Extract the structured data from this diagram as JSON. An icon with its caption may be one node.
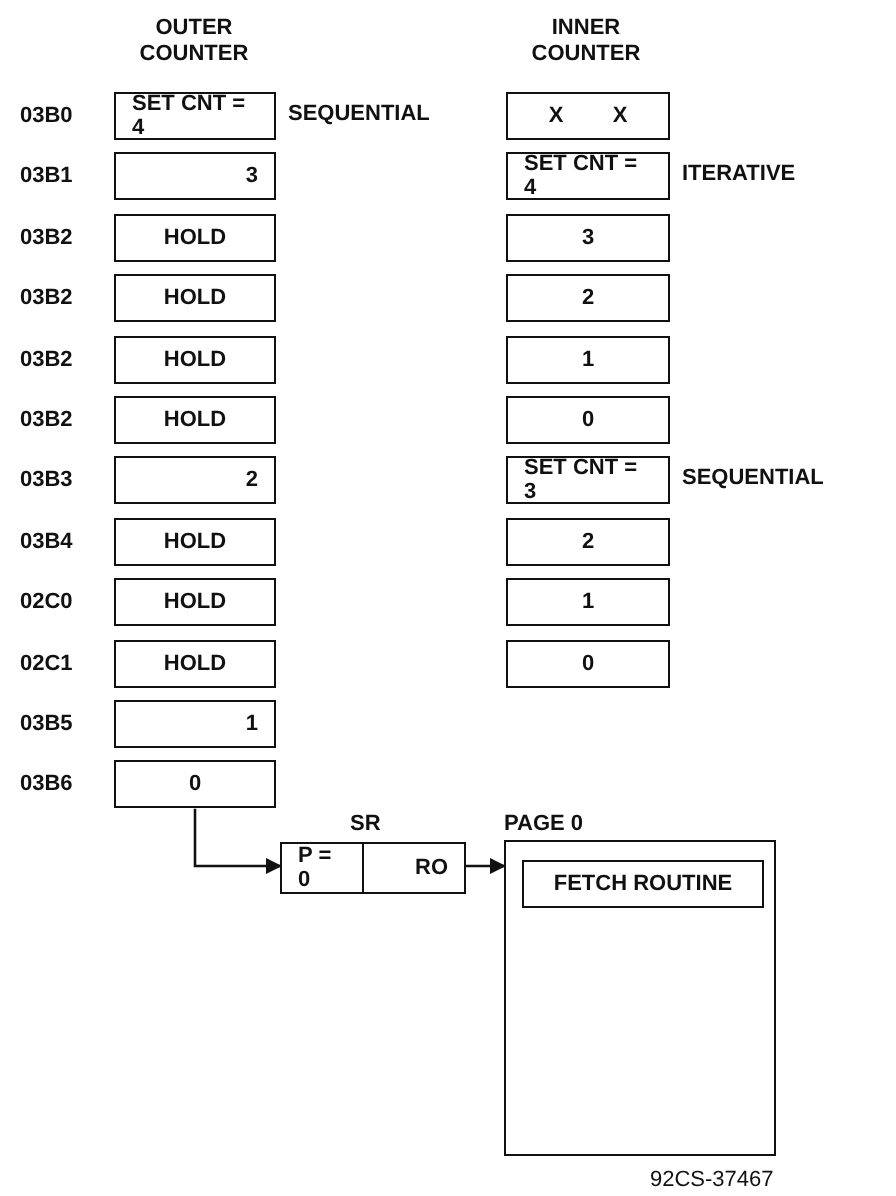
{
  "diagram": {
    "nodes": [
      {
        "text": [
          "SET CNT = 4"
        ],
        "beside": [
          "SEQUENTIAL"
        ]
      },
      {
        "text": [
          "3"
        ]
      },
      {
        "text": [
          "HOLD"
        ]
      },
      {
        "text": [
          "HOLD"
        ]
      },
      {
        "text": [
          "HOLD"
        ]
      },
      {
        "text": [
          "HOLD"
        ]
      },
      {
        "text": [
          "2"
        ]
      },
      {
        "text": [
          "HOLD"
        ]
      },
      {
        "text": [
          "HOLD"
        ]
      },
      {
        "text": [
          "HOLD"
        ]
      },
      {
        "text": [
          "1"
        ]
      },
      {
        "text": [
          "0"
        ]
      },
      {
        "text": [
          "X",
          "X"
        ]
      },
      {
        "text": [
          "SET CNT = 4"
        ],
        "beside": [
          "ITERATIVE"
        ]
      },
      {
        "text": [
          "3"
        ]
      },
      {
        "text": [
          "2"
        ]
      },
      {
        "text": [
          "1"
        ]
      },
      {
        "text": [
          "0"
        ]
      },
      {
        "text": [
          "SET CNT = 3"
        ],
        "beside": [
          "SEQUENTIAL"
        ]
      },
      {
        "text": [
          "2"
        ]
      },
      {
        "text": [
          "1"
        ]
      },
      {
        "text": [
          "0"
        ]
      },
      {
        "text": [
          "SR"
        ]
      },
      {
        "text": [
          "P = 0"
        ],
        "in": 22
      },
      {
        "text": [
          "RO"
        ],
        "in": 22
      },
      {
        "text": [
          "PAGE 0"
        ]
      },
      {
        "text": [
          "FETCH ROUTINE"
        ],
        "in": 25
      }
    ],
    "edges": [
      {
        "from": 11,
        "to": 23,
        "arrow": "to"
      },
      {
        "from": 24,
        "to": 25,
        "arrow": "to"
      }
    ],
    "labels": [
      "OUTER COUNTER",
      "INNER COUNTER",
      "03B0",
      "03B1",
      "03B2",
      "03B2",
      "03B2",
      "03B2",
      "03B3",
      "03B4",
      "02C0",
      "02C1",
      "03B5",
      "03B6",
      "92CS-37467"
    ]
  }
}
